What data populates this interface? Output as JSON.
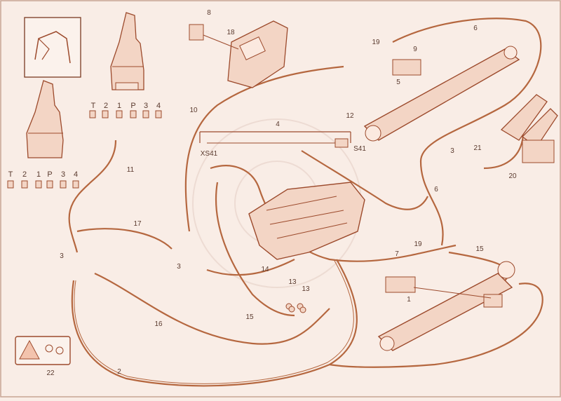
{
  "diagram": {
    "callouts": [
      "1",
      "2",
      "3",
      "3",
      "3",
      "4",
      "5",
      "6",
      "6",
      "7",
      "8",
      "9",
      "10",
      "11",
      "12",
      "13",
      "13",
      "14",
      "15",
      "15",
      "16",
      "17",
      "18",
      "19",
      "19",
      "20",
      "21",
      "22"
    ],
    "port_labels_upper": [
      "T",
      "2",
      "1",
      "P",
      "3",
      "4"
    ],
    "port_labels_lower": [
      "T",
      "2",
      "1",
      "P",
      "3",
      "4"
    ],
    "connector_labels": [
      "XS41",
      "S41"
    ]
  }
}
